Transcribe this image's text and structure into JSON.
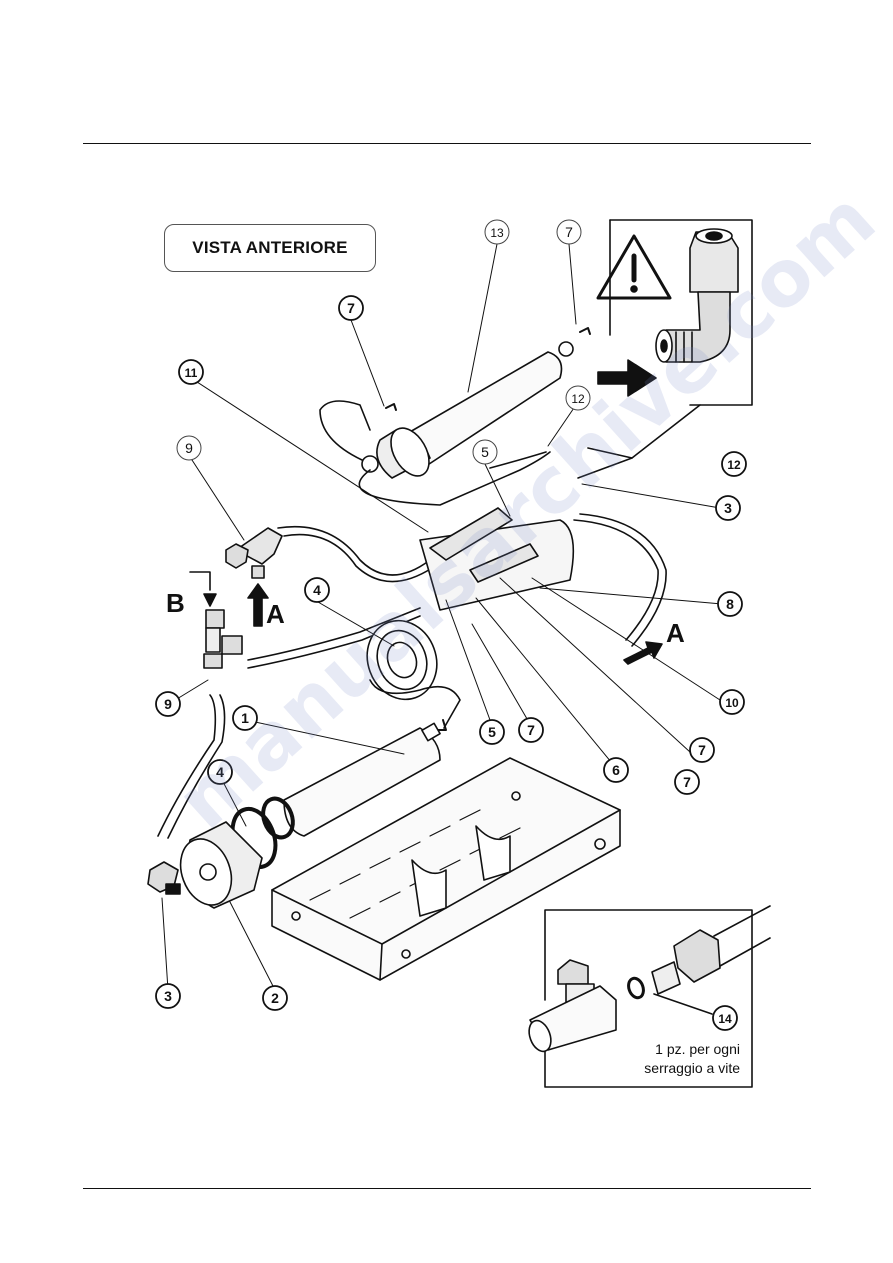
{
  "view_title": "VISTA ANTERIORE",
  "note": {
    "line1": "1 pz. per ogni",
    "line2": "serraggio a vite"
  },
  "watermark": "manualsarchive.com",
  "arrow_labels": {
    "a1": "A",
    "a2": "A",
    "b": "B"
  },
  "callouts": [
    {
      "id": "c13",
      "text": "13",
      "style": "thin"
    },
    {
      "id": "c7top",
      "text": "7",
      "style": "thin"
    },
    {
      "id": "c7a",
      "text": "7",
      "style": "bold"
    },
    {
      "id": "c11",
      "text": "11",
      "style": "bold"
    },
    {
      "id": "c12thin",
      "text": "12",
      "style": "thin"
    },
    {
      "id": "c9thin",
      "text": "9",
      "style": "thin"
    },
    {
      "id": "c5thin",
      "text": "5",
      "style": "thin"
    },
    {
      "id": "c12",
      "text": "12",
      "style": "bold"
    },
    {
      "id": "c3r",
      "text": "3",
      "style": "bold"
    },
    {
      "id": "c4a",
      "text": "4",
      "style": "bold"
    },
    {
      "id": "c8",
      "text": "8",
      "style": "bold"
    },
    {
      "id": "c9",
      "text": "9",
      "style": "bold"
    },
    {
      "id": "c10",
      "text": "10",
      "style": "bold"
    },
    {
      "id": "c1",
      "text": "1",
      "style": "bold"
    },
    {
      "id": "c5",
      "text": "5",
      "style": "bold"
    },
    {
      "id": "c7b",
      "text": "7",
      "style": "bold"
    },
    {
      "id": "c7c",
      "text": "7",
      "style": "bold"
    },
    {
      "id": "c7d",
      "text": "7",
      "style": "bold"
    },
    {
      "id": "c6",
      "text": "6",
      "style": "bold"
    },
    {
      "id": "c4b",
      "text": "4",
      "style": "bold"
    },
    {
      "id": "c3l",
      "text": "3",
      "style": "bold"
    },
    {
      "id": "c2",
      "text": "2",
      "style": "bold"
    },
    {
      "id": "c14",
      "text": "14",
      "style": "bold"
    }
  ]
}
